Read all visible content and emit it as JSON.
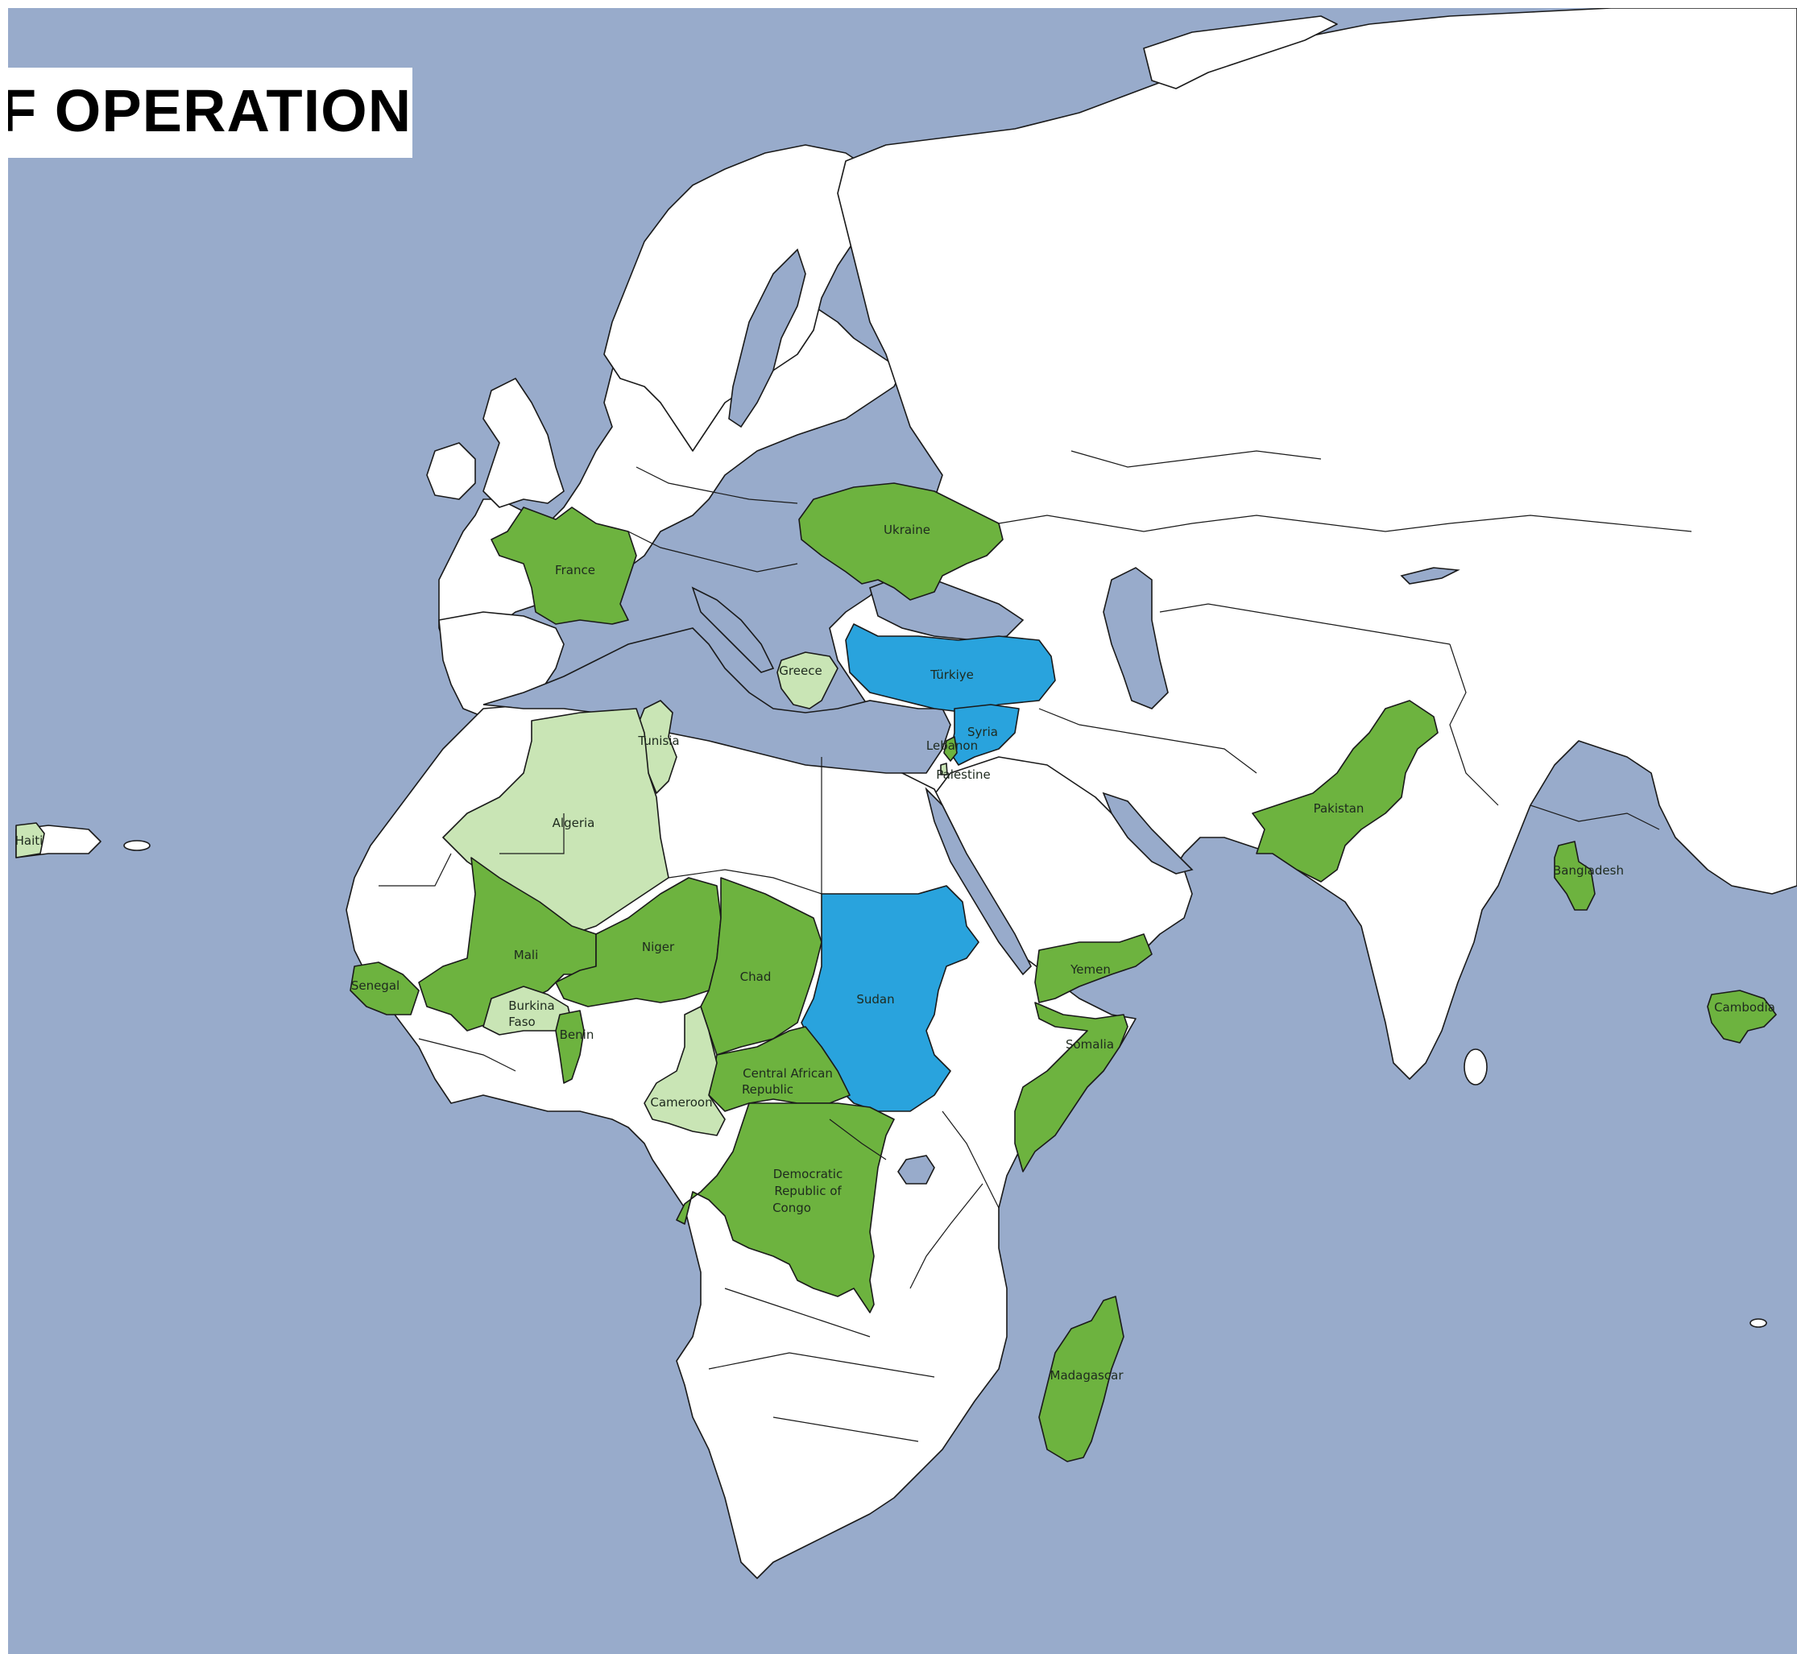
{
  "title": "F OPERATION",
  "colors": {
    "ocean": "#98abcb",
    "land": "#ffffff",
    "border": "#1a1a1a",
    "primary_green": "#6db33f",
    "light_green": "#c9e5b5",
    "blue": "#29a3dd"
  },
  "countries": {
    "ukraine": "Ukraine",
    "france": "France",
    "turkiye": "Türkiye",
    "greece": "Greece",
    "syria": "Syria",
    "lebanon": "Lebanon",
    "palestine": "Palestine",
    "tunisia": "Tunisia",
    "algeria": "Algeria",
    "haiti": "Haiti",
    "mali": "Mali",
    "niger": "Niger",
    "chad": "Chad",
    "sudan": "Sudan",
    "senegal": "Senegal",
    "burkina_1": "Burkina",
    "burkina_2": "Faso",
    "benin": "Benin",
    "car_1": "Central African",
    "car_2": "Republic",
    "cameroon": "Cameroon",
    "drc_1": "Democratic",
    "drc_2": "Republic of",
    "drc_3": "Congo",
    "yemen": "Yemen",
    "somalia": "Somalia",
    "madagascar": "Madagascar",
    "pakistan": "Pakistan",
    "bangladesh": "Bangladesh",
    "cambodia": "Cambodia"
  }
}
